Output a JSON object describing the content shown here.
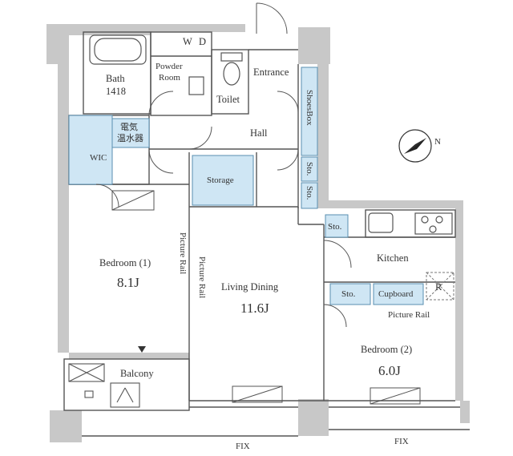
{
  "colors": {
    "wall": "#c8c8c8",
    "wall_dark": "#b4b4b4",
    "line": "#555555",
    "storage_fill": "#cfe6f4",
    "storage_line": "#5a8fb0",
    "background": "#ffffff"
  },
  "rooms": {
    "bath": {
      "name": "Bath",
      "size": "1418"
    },
    "wd": {
      "w": "W",
      "d": "D"
    },
    "powder": {
      "line1": "Powder",
      "line2": "Room"
    },
    "toilet": "Toilet",
    "entrance": "Entrance",
    "shoes_box": "ShoesBox",
    "hall": "Hall",
    "water_heater": {
      "line1": "電気",
      "line2": "温水器"
    },
    "wic": "WIC",
    "storage": "Storage",
    "sto_hall_1": "Sto.",
    "sto_hall_2": "Sto.",
    "sto_kitchen": "Sto.",
    "sto_bedroom2": "Sto.",
    "cupboard": "Cupboard",
    "refrigerator_mark": "R",
    "kitchen": "Kitchen",
    "bedroom1": {
      "name": "Bedroom (1)",
      "size": "8.1J"
    },
    "living": {
      "name": "Living Dining",
      "size": "11.6J"
    },
    "bedroom2": {
      "name": "Bedroom (2)",
      "size": "6.0J"
    },
    "balcony": "Balcony"
  },
  "rails": {
    "bedroom1": "Picture Rail",
    "living": "Picture Rail",
    "bedroom2": "Picture Rail"
  },
  "fix_labels": [
    "FIX",
    "FIX"
  ],
  "compass": {
    "label": "N"
  },
  "icons": [
    "compass-icon",
    "bathtub-icon",
    "toilet-icon",
    "sink-icon",
    "stove-icon",
    "door-swing-icon",
    "aircon-unit-icon"
  ]
}
